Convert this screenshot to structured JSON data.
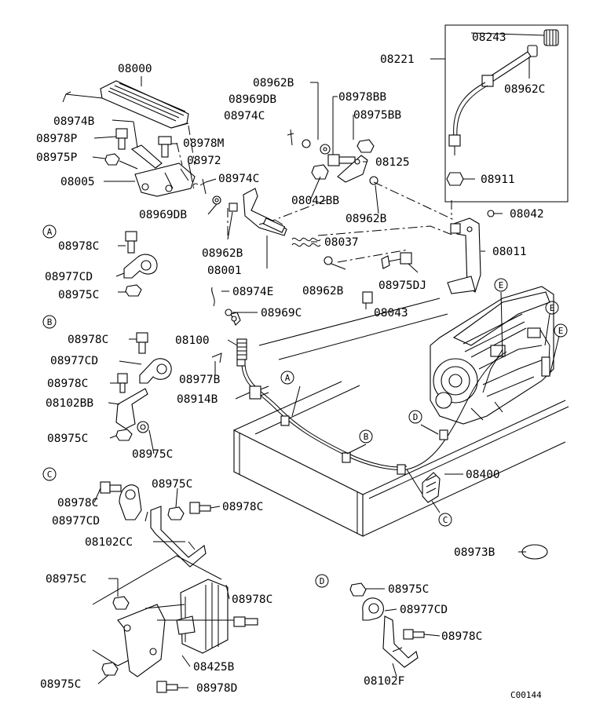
{
  "diagram_code": "C00144",
  "section_labels": {
    "a": "A",
    "b": "B",
    "c": "C",
    "d": "D",
    "e": "E"
  },
  "labels": {
    "p08000": "08000",
    "p08974B": "08974B",
    "p08978P": "08978P",
    "p08975P": "08975P",
    "p08005": "08005",
    "p08978M": "08978M",
    "p08972": "08972",
    "p08974C_a": "08974C",
    "p08969DB_a": "08969DB",
    "p08962B_a": "08962B",
    "p08969DB_b": "08969DB",
    "p08974C_b": "08974C",
    "p08978BB": "08978BB",
    "p08975BB": "08975BB",
    "p08125": "08125",
    "p08042BB": "08042BB",
    "p08962B_b": "08962B",
    "p08221": "08221",
    "p08243": "08243",
    "p08962C": "08962C",
    "p08911": "08911",
    "p08042": "08042",
    "p08011": "08011",
    "p08037": "08037",
    "p08962B_c": "08962B",
    "p08001": "08001",
    "p08962B_d": "08962B",
    "p08975DJ": "08975DJ",
    "p08043": "08043",
    "a08978C": "08978C",
    "a08977CD": "08977CD",
    "a08975C": "08975C",
    "p08974E": "08974E",
    "p08969C": "08969C",
    "b08978C_a": "08978C",
    "b08977CD": "08977CD",
    "b08978C_b": "08978C",
    "b08102BB": "08102BB",
    "b08975C_a": "08975C",
    "b08975C_b": "08975C",
    "p08100": "08100",
    "p08977B": "08977B",
    "p08914B": "08914B",
    "p08400": "08400",
    "c08975C_a": "08975C",
    "c08978C_a": "08978C",
    "c08978C_b": "08978C",
    "c08977CD": "08977CD",
    "c08102CC": "08102CC",
    "p08973B": "08973B",
    "k08975C_a": "08975C",
    "k08978C": "08978C",
    "k08425B": "08425B",
    "k08975C_b": "08975C",
    "k08978D": "08978D",
    "d08975C": "08975C",
    "d08977CD": "08977CD",
    "d08978C": "08978C",
    "d08102F": "08102F"
  }
}
